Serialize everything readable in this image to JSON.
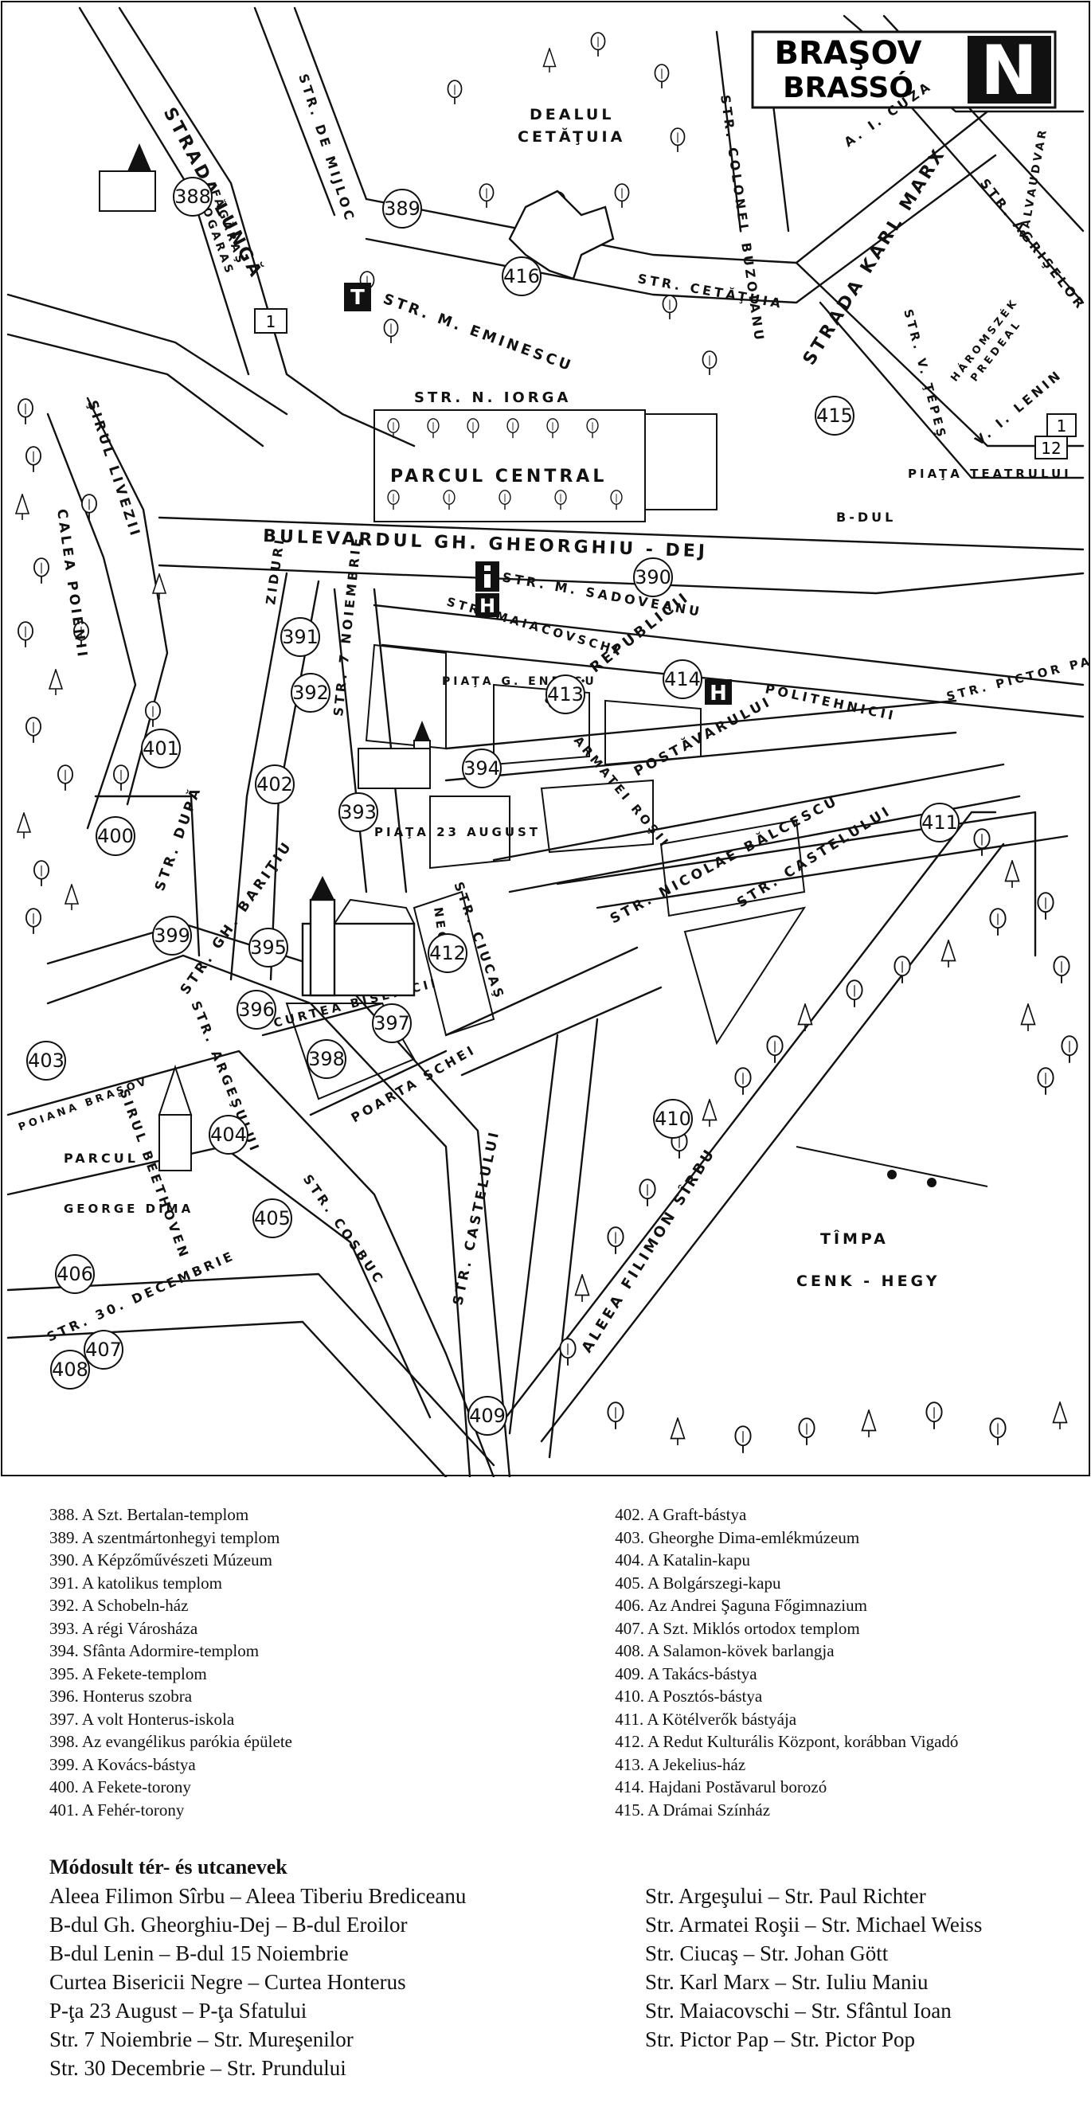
{
  "map": {
    "title_ro": "BRAŞOV",
    "title_hu": "BRASSÓ",
    "north_letter": "N",
    "street_labels": {
      "lunga": "STRADA LUNGĂ",
      "de_mijloc": "STR. DE MIJLOC",
      "colonel_buzoianu": "STR. COLONEL BUZOIANU",
      "cuza": "A. I. CUZA",
      "karl_marx": "STRADA KARL MARX",
      "palvaudvar": "PALVAUDVAR",
      "agrisului": "STR. AGRIŞELOR",
      "cetatuia": "STR. CETĂŢUIA",
      "eminescu": "STR. M. EMINESCU",
      "iorga": "STR. N. IORGA",
      "tepes": "STR. V. ŢEPEŞ",
      "lenin": "V. I. LENIN",
      "teatrului": "PIAŢA TEATRULUI",
      "bdul": "B-DUL",
      "livezii": "ŞIRUL LIVEZII",
      "poienii": "CALEA POIENII",
      "bulevardul": "BULEVARDUL GH. GHEORGHIU - DEJ",
      "ziduri": "ZIDURI",
      "noiembrie": "STR. 7 NOIEMBRIE",
      "sadoveanu": "STR. M. SADOVEANU",
      "maiacovschi": "STR. MAIACOVSCHI",
      "republicii": "STR. REPUBLICII",
      "pictor_pap": "STR. PICTOR PAP",
      "politehnicii": "POLITEHNICII",
      "enescu": "PIAŢA G. ENESCU",
      "armatei": "ARMATEI ROŞII",
      "postavarului": "POSTĂVARULUI",
      "balcescu": "STR. NICOLAE BĂLCESCU",
      "castelului_top": "STR. CASTELULUI",
      "dupa": "STR. DUPĂ",
      "baritiu": "STR. GH. BARIŢIU",
      "piata_23": "PIAŢA 23 AUGUST",
      "negre": "NEGRE",
      "ciucas": "STR. CIUCAŞ",
      "curtea": "CURTEA BISERICII",
      "argesului": "STR. ARGEŞULUI",
      "poarta": "POARTA SCHEI",
      "poiana": "POIANA BRAŞOV",
      "beethoven": "ŞIRUL BEETHOVEN",
      "parcul": "PARCUL",
      "george_dima": "GEORGE DIMA",
      "decembrie": "STR. 30. DECEMBRIE",
      "cosbuc": "STR. COSBUC",
      "castelului_bot": "STR. CASTELULUI",
      "filimon": "ALEEA FILIMON SÎRBU",
      "timpa": "TÎMPA",
      "cenk": "CENK - HEGY",
      "dealul": "DEALUL",
      "cetatuia_hill": "CETĂŢUIA",
      "parcul_central": "PARCUL CENTRAL",
      "fagaras": "FĂGĂRAŞ",
      "fogaras": "FOGARAS",
      "haromszek": "HÁROMSZÉK",
      "predeal": "PREDEAL"
    },
    "route_numbers": [
      "1",
      "1",
      "12"
    ],
    "markers": [
      "388",
      "389",
      "390",
      "391",
      "392",
      "393",
      "394",
      "395",
      "396",
      "397",
      "398",
      "399",
      "400",
      "401",
      "402",
      "403",
      "404",
      "405",
      "406",
      "407",
      "408",
      "409",
      "410",
      "411",
      "412",
      "413",
      "414",
      "415",
      "416"
    ],
    "icons": [
      "info-icon",
      "hotel-icon",
      "tourist-icon",
      "church-icon",
      "tree-icon"
    ]
  },
  "legend": {
    "left": [
      "388. A Szt. Bertalan-templom",
      "389. A szentmártonhegyi templom",
      "390. A Képzőművészeti Múzeum",
      "391. A katolikus templom",
      "392. A Schobeln-ház",
      "393. A régi Városháza",
      "394. Sfânta Adormire-templom",
      "395. A Fekete-templom",
      "396. Honterus szobra",
      "397. A volt Honterus-iskola",
      "398. Az evangélikus parókia épülete",
      "399. A Kovács-bástya",
      "400. A Fekete-torony",
      "401. A Fehér-torony"
    ],
    "right": [
      "402. A Graft-bástya",
      "403. Gheorghe Dima-emlékmúzeum",
      "404. A Katalin-kapu",
      "405. A Bolgárszegi-kapu",
      "406. Az Andrei Şaguna Főgimnazium",
      "407. A Szt. Miklós ortodox templom",
      "408. A Salamon-kövek barlangja",
      "409. A Takács-bástya",
      "410. A Posztós-bástya",
      "411. A Kötélverők bástyája",
      "412. A Redut Kulturális Központ, korábban Vigadó",
      "413. A Jekelius-ház",
      "414. Hajdani Postăvarul borozó",
      "415. A Drámai Színház"
    ]
  },
  "renamed": {
    "title": "Módosult tér- és utcanevek",
    "left": [
      "Aleea Filimon Sîrbu – Aleea Tiberiu Brediceanu",
      "B-dul Gh. Gheorghiu-Dej – B-dul Eroilor",
      "B-dul Lenin – B-dul 15 Noiembrie",
      "Curtea Bisericii Negre – Curtea Honterus",
      "P-ţa 23 August – P-ţa Sfatului",
      "Str. 7 Noiembrie – Str. Mureşenilor",
      "Str. 30 Decembrie – Str. Prundului"
    ],
    "right": [
      "Str. Argeşului – Str. Paul Richter",
      "Str. Armatei Roşii – Str. Michael Weiss",
      "Str. Ciucaş – Str. Johan Gött",
      "Str. Karl Marx – Str. Iuliu Maniu",
      "Str. Maiacovschi – Str. Sfântul Ioan",
      "Str. Pictor Pap – Str. Pictor Pop"
    ]
  }
}
